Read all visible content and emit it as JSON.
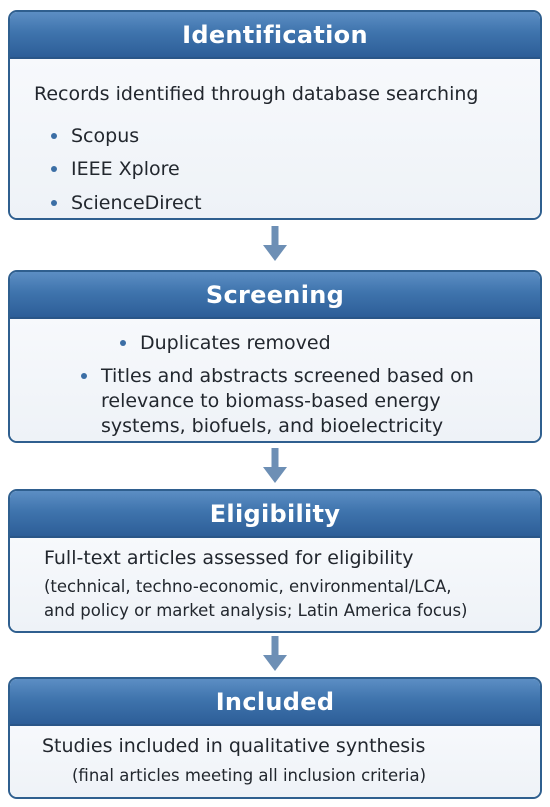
{
  "identification": {
    "title": "Identification",
    "intro": "Records identified through database searching",
    "databases": [
      "Scopus",
      "IEEE Xplore",
      "ScienceDirect"
    ]
  },
  "screening": {
    "title": "Screening",
    "items": [
      "Duplicates removed",
      "Titles and abstracts screened based on",
      "relevance to biomass-based energy",
      "systems, biofuels, and bioelectricity"
    ]
  },
  "eligibility": {
    "title": "Eligibility",
    "main": "Full-text articles assessed for eligibility",
    "detail_lines": [
      "(technical, techno-economic, environmental/LCA,",
      "and policy or market analysis; Latin America focus)"
    ]
  },
  "included": {
    "title": "Included",
    "main": "Studies included in qualitative synthesis",
    "detail": "(final articles meeting all inclusion criteria)"
  },
  "colors": {
    "header": "#3f74ad",
    "border": "#2f5f8f",
    "arrow": "#6d8fb5"
  },
  "icons": [
    "down-arrow-icon",
    "bullet-icon"
  ]
}
